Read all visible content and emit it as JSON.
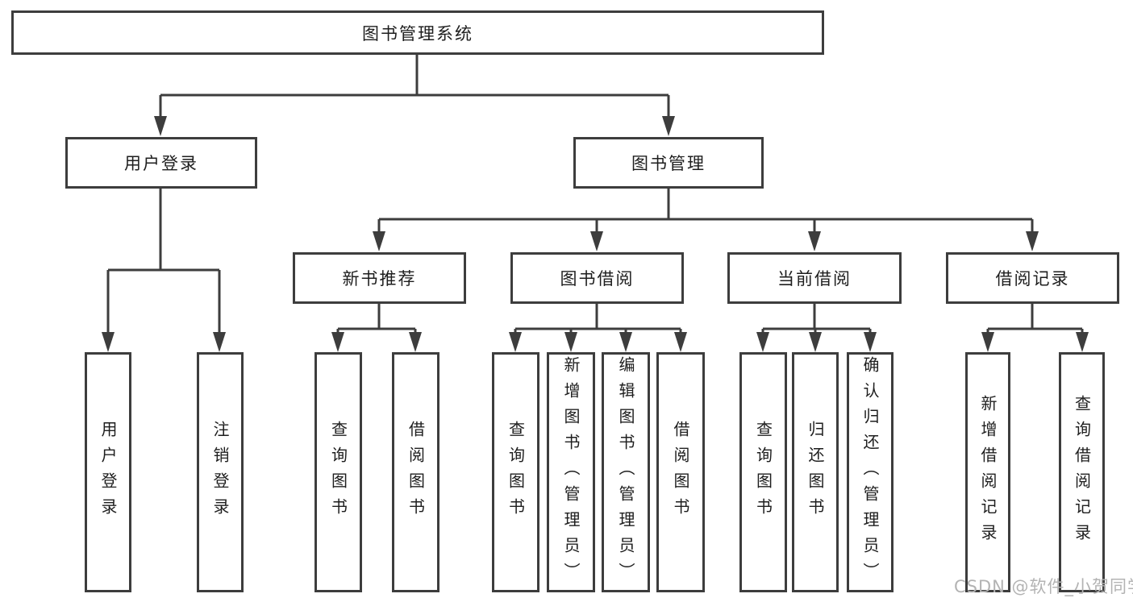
{
  "diagram": {
    "root": {
      "label": "图书管理系统"
    },
    "level2": [
      {
        "label": "用户登录"
      },
      {
        "label": "图书管理"
      }
    ],
    "level3": [
      {
        "label": "新书推荐"
      },
      {
        "label": "图书借阅"
      },
      {
        "label": "当前借阅"
      },
      {
        "label": "借阅记录"
      }
    ],
    "leaves": [
      {
        "label": "用户登录"
      },
      {
        "label": "注销登录"
      },
      {
        "label": "查询图书"
      },
      {
        "label": "借阅图书"
      },
      {
        "label": "查询图书"
      },
      {
        "label": "新增图书（管理员）"
      },
      {
        "label": "编辑图书（管理员）"
      },
      {
        "label": "借阅图书"
      },
      {
        "label": "查询图书"
      },
      {
        "label": "归还图书"
      },
      {
        "label": "确认归还（管理员）"
      },
      {
        "label": "新增借阅记录"
      },
      {
        "label": "查询借阅记录"
      }
    ]
  },
  "colors": {
    "line": "#3d3d3d",
    "watermark": "#b3b3b3"
  },
  "watermark": "CSDN @软件_小贺同学"
}
